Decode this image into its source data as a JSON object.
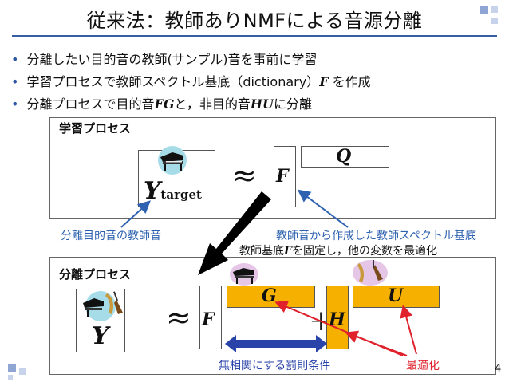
{
  "title": "従来法：教師ありNMFによる音源分離",
  "bullets": [
    {
      "pre": "分離したい目的音の教師(サンプル)音を事前に学習",
      "sym": "",
      "post": ""
    },
    {
      "pre": "学習プロセスで教師スペクトル基底（dictionary）",
      "sym": "F",
      "post": " を作成"
    },
    {
      "pre": "分離プロセスで目的音",
      "sym": "FG",
      "post": "と，非目的音",
      "sym2": "HU",
      "post2": "に分離"
    }
  ],
  "learning": {
    "label": "学習プロセス",
    "y_symbol": "Y",
    "y_subscript": "target",
    "approx": "≈",
    "f_symbol": "F",
    "q_symbol": "Q"
  },
  "annotations": {
    "target_teacher": "分離目的音の教師音",
    "basis_from_teacher": "教師音から作成した教師スペクトル基底",
    "fix_basis_pre": "教師基底",
    "fix_basis_sym": "F",
    "fix_basis_post": "を固定し，他の変数を最適化"
  },
  "separation": {
    "label": "分離プロセス",
    "y_symbol": "Y",
    "approx": "≈",
    "f_symbol": "F",
    "g_symbol": "G",
    "plus": "+",
    "h_symbol": "H",
    "u_symbol": "U",
    "penalty": "無相関にする罰則条件",
    "optimize": "最適化"
  },
  "page_number": "4",
  "colors": {
    "accent": "#2e62b0",
    "gold": "#f6b100",
    "red": "#e0202b"
  }
}
